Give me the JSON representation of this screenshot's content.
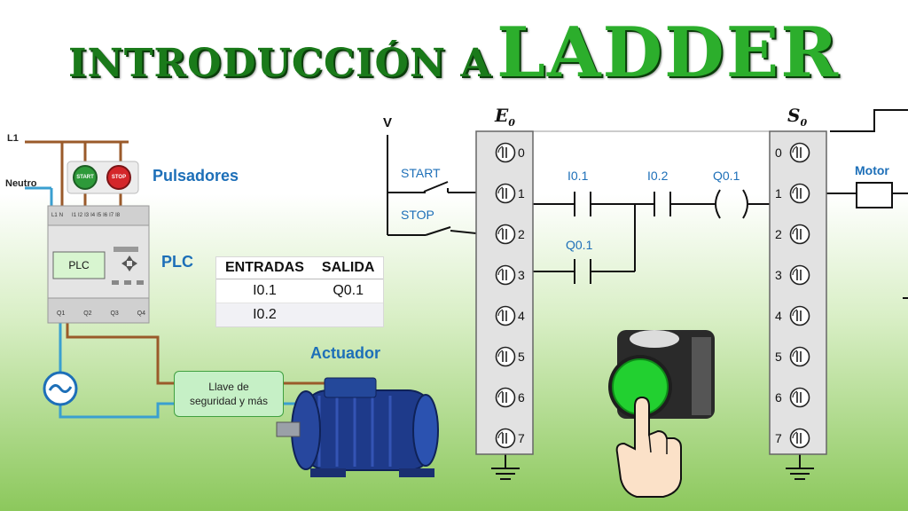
{
  "title": {
    "part1": "INTRODUCCIÓN A",
    "part2": "LADDER"
  },
  "labels": {
    "pulsadores": "Pulsadores",
    "plc": "PLC",
    "actuador": "Actuador",
    "l1": "L1",
    "neutro": "Neutro",
    "llave": "Llave de",
    "llave2": "seguridad y más",
    "plc_screen": "PLC",
    "start_btn": "START",
    "stop_btn": "STOP",
    "plc_inputs": [
      "L1",
      "N",
      "I1",
      "I2",
      "I3",
      "I4",
      "I5",
      "I6",
      "I7",
      "I8"
    ],
    "plc_outputs": [
      "Q1",
      "Q2",
      "Q3",
      "Q4"
    ]
  },
  "table": {
    "headers": [
      "ENTRADAS",
      "SALIDA"
    ],
    "rows": [
      [
        "I0.1",
        "Q0.1"
      ],
      [
        "I0.2",
        ""
      ]
    ]
  },
  "ladder": {
    "v": "V",
    "start": "START",
    "stop": "STOP",
    "e_letter": "E",
    "e_sub": "0",
    "s_letter": "S",
    "s_sub": "0",
    "contact1": "I0.1",
    "contact2": "I0.2",
    "coil": "Q0.1",
    "contact_q": "Q0.1",
    "motor": "Motor",
    "e_terminals": [
      "0",
      "1",
      "2",
      "3",
      "4",
      "5",
      "6",
      "7"
    ],
    "s_terminals": [
      "0",
      "1",
      "2",
      "3",
      "4",
      "5",
      "6",
      "7"
    ]
  },
  "colors": {
    "title_green": "#2cae2c",
    "label_blue": "#1d6fb8",
    "wire_brown": "#9a5a2a",
    "wire_blue": "#3a9fd0"
  }
}
